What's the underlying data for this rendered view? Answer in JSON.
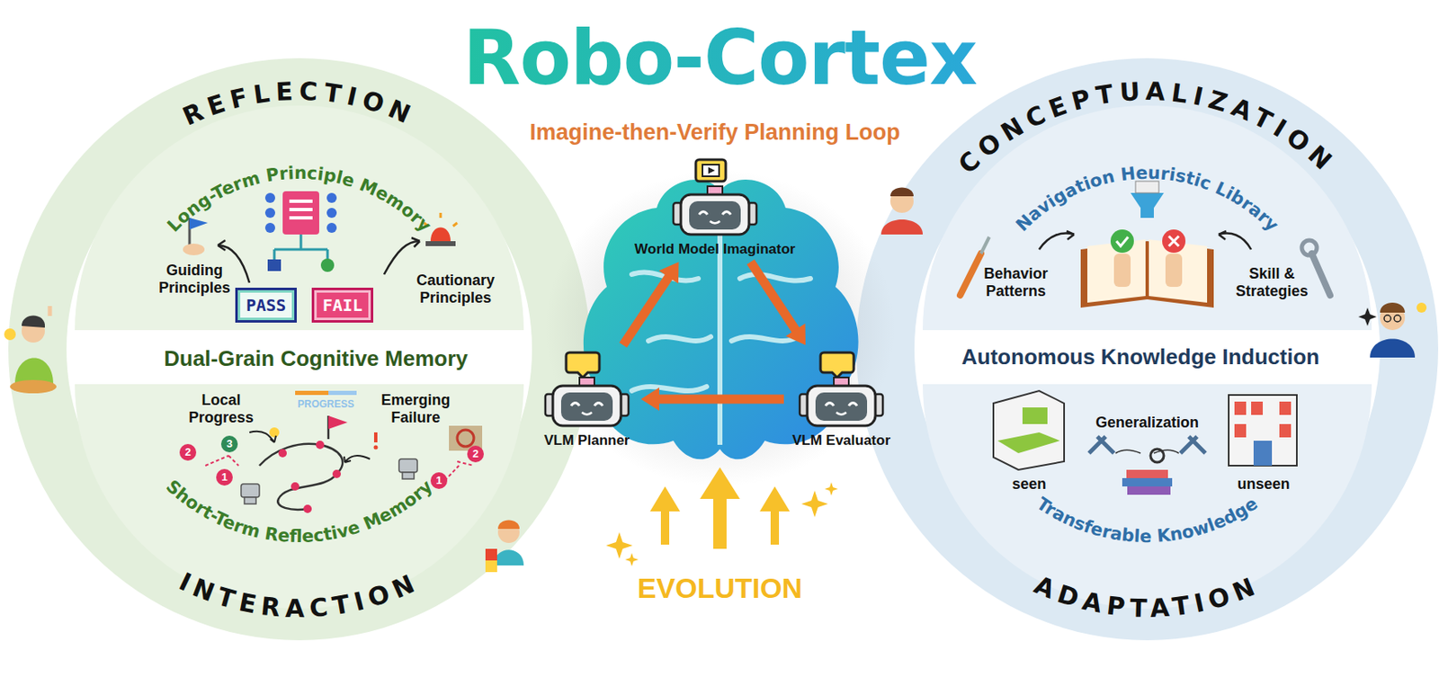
{
  "diagram": {
    "title": "Robo-Cortex",
    "nodes": [
      {
        "text": [
          "World Model Imaginator"
        ]
      },
      {
        "text": [
          "VLM Planner"
        ]
      },
      {
        "text": [
          "VLM Evaluator"
        ]
      },
      {
        "text": [
          "PASS"
        ]
      },
      {
        "text": [
          "FAIL"
        ]
      }
    ],
    "edges": [
      {
        "from": 1,
        "to": 0,
        "arrow": "to"
      },
      {
        "from": 0,
        "to": 2,
        "arrow": "to"
      },
      {
        "from": 2,
        "to": 1,
        "arrow": "to"
      }
    ],
    "labels": [
      "REFLECTION",
      "Long-Term Principle Memory",
      "Guiding Principles",
      "Cautionary Principles",
      "Dual-Grain Cognitive Memory",
      "Local Progress",
      "PROGRESS",
      "Emerging Failure",
      "2",
      "3",
      "1",
      "1",
      "2",
      "Short-Term Reflective Memory",
      "INTERACTION",
      "Imagine-then-Verify Planning Loop",
      "EVOLUTION",
      "CONCEPTUALIZATION",
      "Navigation Heuristic Library",
      "Behavior Patterns",
      "Skill & Strategies",
      "Autonomous Knowledge Induction",
      "Generalization",
      "seen",
      "unseen",
      "Transferable Knowledge",
      "ADAPTATION"
    ]
  }
}
